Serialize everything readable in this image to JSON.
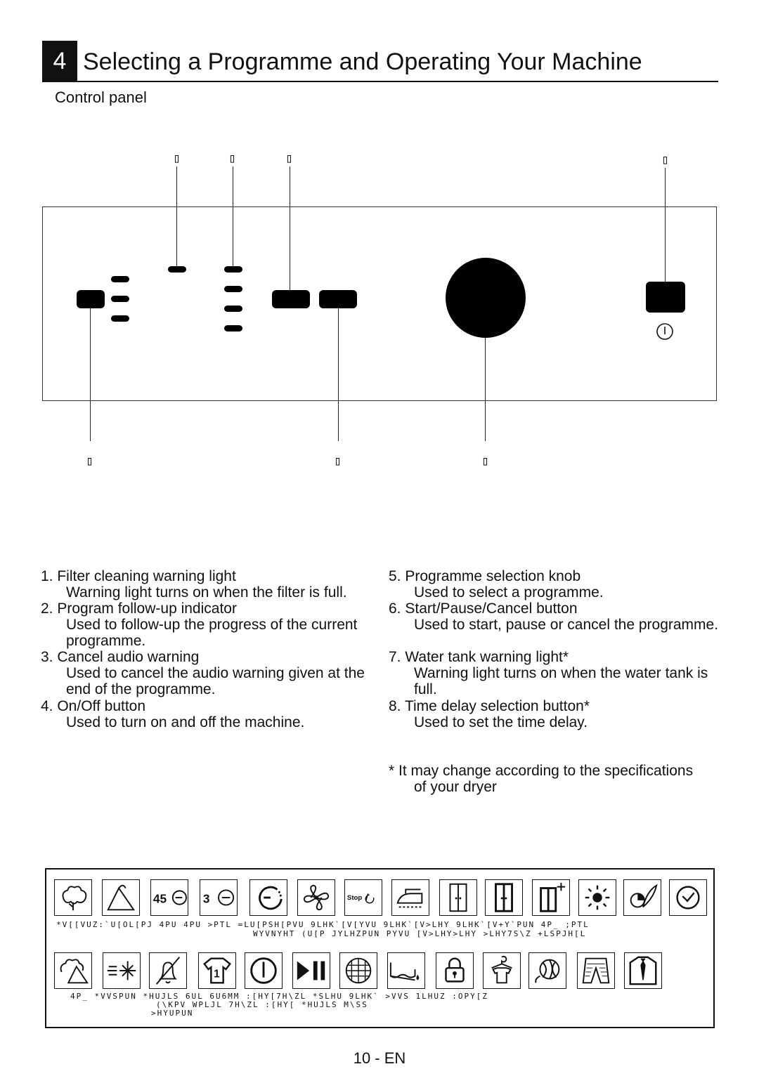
{
  "header": {
    "section_number": "4",
    "title": "Selecting a Programme and Operating Your Machine",
    "subtitle": "Control panel"
  },
  "diagram": {
    "callout_glyph": "▯",
    "knob_power_symbol": "power-icon"
  },
  "items_left": [
    {
      "label": "1. Filter cleaning warning light",
      "desc": "Warning light turns on when the filter is full."
    },
    {
      "label": "2. Program follow-up indicator",
      "desc": "Used to follow-up the progress of the current programme."
    },
    {
      "label": "3. Cancel audio warning",
      "desc": "Used to cancel the audio warning given at the end of the programme."
    },
    {
      "label": "4. On/Off button",
      "desc": "Used to turn on and off the machine."
    }
  ],
  "items_right": [
    {
      "label": "5. Programme selection knob",
      "desc": "Used to select a programme."
    },
    {
      "label": "6. Start/Pause/Cancel button",
      "desc": "Used to start, pause or cancel the programme."
    },
    {
      "label": "7. Water tank warning light*",
      "desc": "Warning light turns on when the water tank is full."
    },
    {
      "label": "8. Time delay selection button*",
      "desc": "Used to set the time delay."
    }
  ],
  "note": {
    "line1": "* It may change according to the specifications",
    "line2": "of your dryer"
  },
  "legend": {
    "row1": [
      {
        "icon": "cotton-dry-icon"
      },
      {
        "icon": "hanger-dry-icon"
      },
      {
        "icon": "45-min-icon",
        "text": "45"
      },
      {
        "icon": "3-min-icon",
        "text": "3"
      },
      {
        "icon": "time-remaining-icon"
      },
      {
        "icon": "fan-icon"
      },
      {
        "icon": "stop-icon",
        "text": "Stop"
      },
      {
        "icon": "iron-dry-icon"
      },
      {
        "icon": "wardrobe-icon"
      },
      {
        "icon": "wardrobe-plus-icon"
      },
      {
        "icon": "wardrobe-extra-icon"
      },
      {
        "icon": "sun-icon"
      },
      {
        "icon": "delicate-icon"
      },
      {
        "icon": "clock-icon"
      }
    ],
    "row1_caption_a": "*V[[VUZ:`U[OL[PJ 4PU 4PU >PTL =LU[PSH[PVU 9LHK`[V[YVU 9LHK`[V>LHY 9LHK`[V+Y`PUN 4P_ ;PTL",
    "row1_caption_b": "WYVNYHT (U[P JYLHZPUN PYVU [V>LHY>LHY >LHY7S\\Z +LSPJH[L",
    "row2": [
      {
        "icon": "mix-icon"
      },
      {
        "icon": "cooling-icon"
      },
      {
        "icon": "audio-off-icon"
      },
      {
        "icon": "shirt-1-icon",
        "text": "1"
      },
      {
        "icon": "power-icon"
      },
      {
        "icon": "start-pause-icon"
      },
      {
        "icon": "filter-grid-icon"
      },
      {
        "icon": "water-tank-icon"
      },
      {
        "icon": "child-lock-icon"
      },
      {
        "icon": "shirt-hanger-icon"
      },
      {
        "icon": "wool-icon"
      },
      {
        "icon": "jeans-icon"
      },
      {
        "icon": "shirt-tie-icon"
      }
    ],
    "row2_caption_a": "4P_ *VVSPUN *HUJLS 6UL 6U6MM :[HY[7H\\ZL *SLHU 9LHK` >VVS 1LHUZ :OPY[Z",
    "row2_caption_b": "(\\KPV WPLJL 7H\\ZL :[HY[ *HUJLS M\\SS",
    "row2_caption_c": ">HYUPUN"
  },
  "footer": {
    "page": "10 - EN"
  }
}
